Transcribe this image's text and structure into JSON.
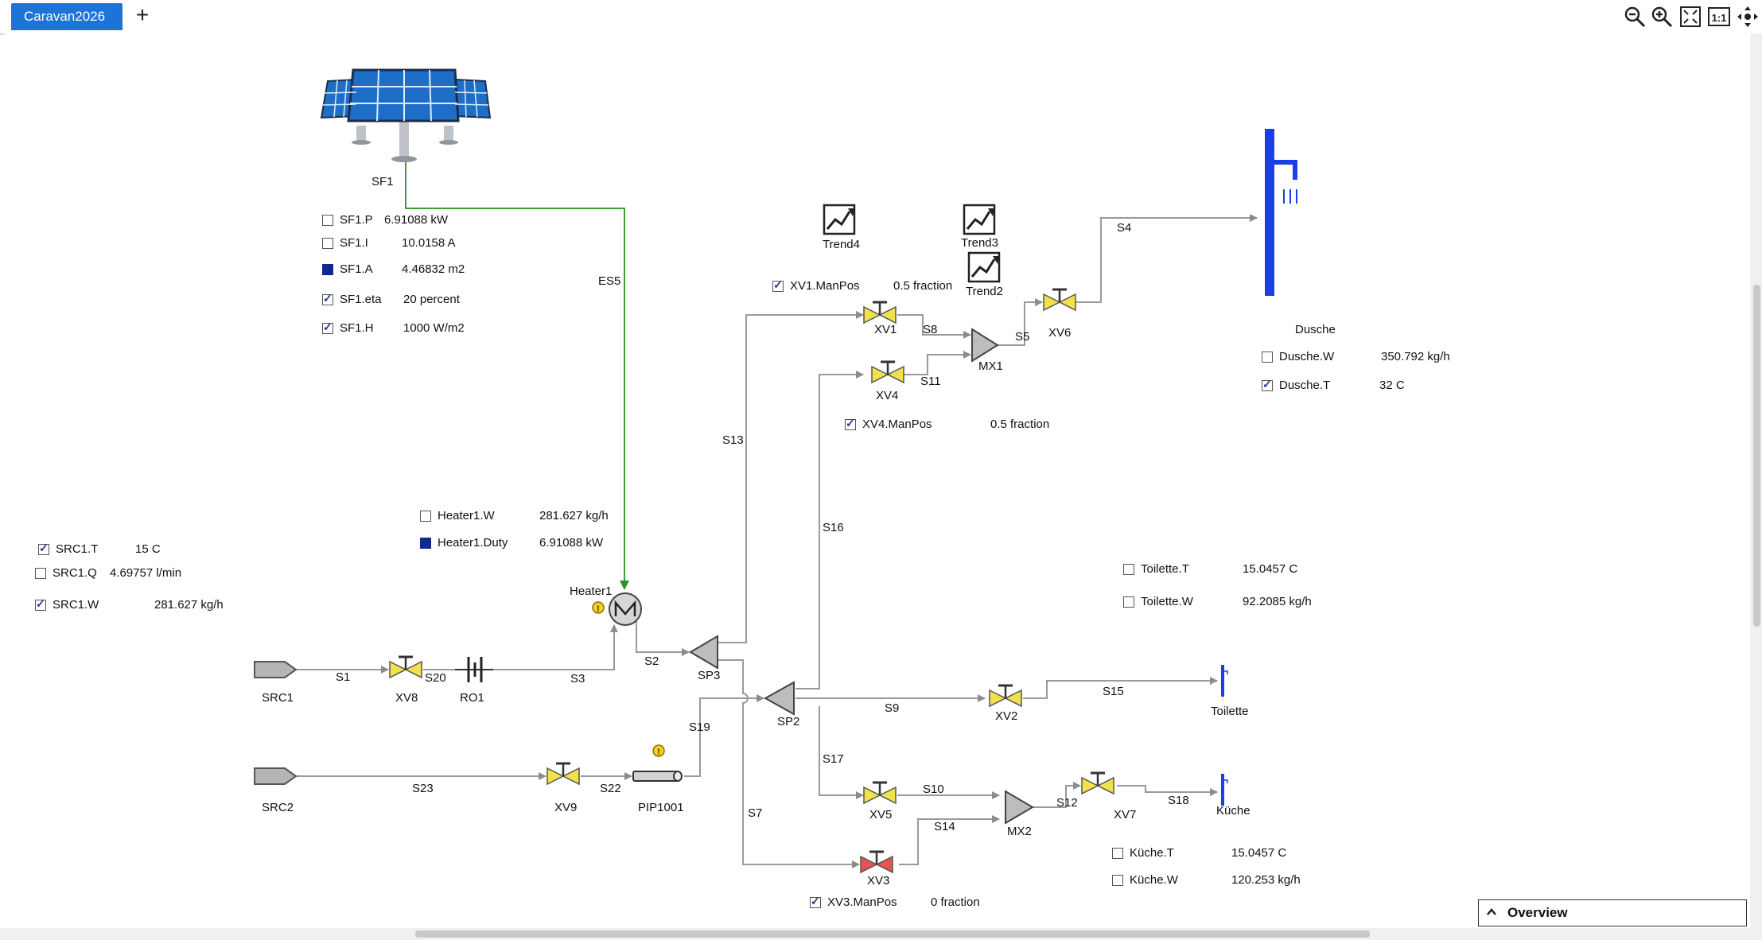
{
  "tabs": [
    {
      "label": "Caravan2026",
      "active": true
    }
  ],
  "toolbar": {
    "add_tab_label": "+",
    "icons": [
      "zoom-out-icon",
      "zoom-in-icon",
      "zoom-fit-icon",
      "zoom-actual-icon",
      "pan-icon"
    ],
    "actual_size_label": "1:1"
  },
  "overview": {
    "label": "Overview"
  },
  "units": {
    "SF1": "SF1",
    "SRC1": "SRC1",
    "SRC2": "SRC2",
    "XV8": "XV8",
    "RO1": "RO1",
    "XV9": "XV9",
    "PIP1001": "PIP1001",
    "Heater1": "Heater1",
    "SP3": "SP3",
    "SP2": "SP2",
    "XV1": "XV1",
    "XV4": "XV4",
    "MX1": "MX1",
    "XV6": "XV6",
    "Dusche": "Dusche",
    "XV2": "XV2",
    "Toilette": "Toilette",
    "XV5": "XV5",
    "XV3": "XV3",
    "MX2": "MX2",
    "XV7": "XV7",
    "Kueche": "Küche",
    "Trend4": "Trend4",
    "Trend3": "Trend3",
    "Trend2": "Trend2"
  },
  "streams": {
    "ES5": "ES5",
    "S1": "S1",
    "S20": "S20",
    "S3": "S3",
    "S2": "S2",
    "S13": "S13",
    "S8": "S8",
    "S11": "S11",
    "S5": "S5",
    "S4": "S4",
    "S16": "S16",
    "S9": "S9",
    "S15": "S15",
    "S17": "S17",
    "S10": "S10",
    "S12": "S12",
    "S18": "S18",
    "S14": "S14",
    "S7": "S7",
    "S19": "S19",
    "S23": "S23",
    "S22": "S22"
  },
  "properties": {
    "sf1": [
      {
        "name": "SF1.P",
        "value": "6.91088 kW",
        "state": "unchecked"
      },
      {
        "name": "SF1.I",
        "value": "10.0158 A",
        "state": "unchecked"
      },
      {
        "name": "SF1.A",
        "value": "4.46832 m2",
        "state": "filled"
      },
      {
        "name": "SF1.eta",
        "value": "20 percent",
        "state": "checked"
      },
      {
        "name": "SF1.H",
        "value": "1000 W/m2",
        "state": "checked"
      }
    ],
    "heater1": [
      {
        "name": "Heater1.W",
        "value": "281.627 kg/h",
        "state": "unchecked"
      },
      {
        "name": "Heater1.Duty",
        "value": "6.91088 kW",
        "state": "filled"
      }
    ],
    "src1": [
      {
        "name": "SRC1.T",
        "value": "15 C",
        "state": "checked"
      },
      {
        "name": "SRC1.Q",
        "value": "4.69757 l/min",
        "state": "unchecked"
      },
      {
        "name": "SRC1.W",
        "value": "281.627 kg/h",
        "state": "checked"
      }
    ],
    "xv1": [
      {
        "name": "XV1.ManPos",
        "value": "0.5 fraction",
        "state": "checked"
      }
    ],
    "xv4": [
      {
        "name": "XV4.ManPos",
        "value": "0.5 fraction",
        "state": "checked"
      }
    ],
    "xv3": [
      {
        "name": "XV3.ManPos",
        "value": "0 fraction",
        "state": "checked"
      }
    ],
    "dusche": [
      {
        "name": "Dusche.W",
        "value": "350.792 kg/h",
        "state": "unchecked"
      },
      {
        "name": "Dusche.T",
        "value": "32 C",
        "state": "checked"
      }
    ],
    "toilette": [
      {
        "name": "Toilette.T",
        "value": "15.0457 C",
        "state": "unchecked"
      },
      {
        "name": "Toilette.W",
        "value": "92.2085 kg/h",
        "state": "unchecked"
      }
    ],
    "kueche": [
      {
        "name": "Küche.T",
        "value": "15.0457 C",
        "state": "unchecked"
      },
      {
        "name": "Küche.W",
        "value": "120.253 kg/h",
        "state": "unchecked"
      }
    ]
  },
  "colors": {
    "tab_active": "#1e73d8",
    "energy_stream": "#3aa03a",
    "material_stream": "#8c8c8c",
    "valve_open": "#f2e14a",
    "valve_closed": "#e05555",
    "sink": "#1c3ee8",
    "warning": "#f2d21b"
  }
}
